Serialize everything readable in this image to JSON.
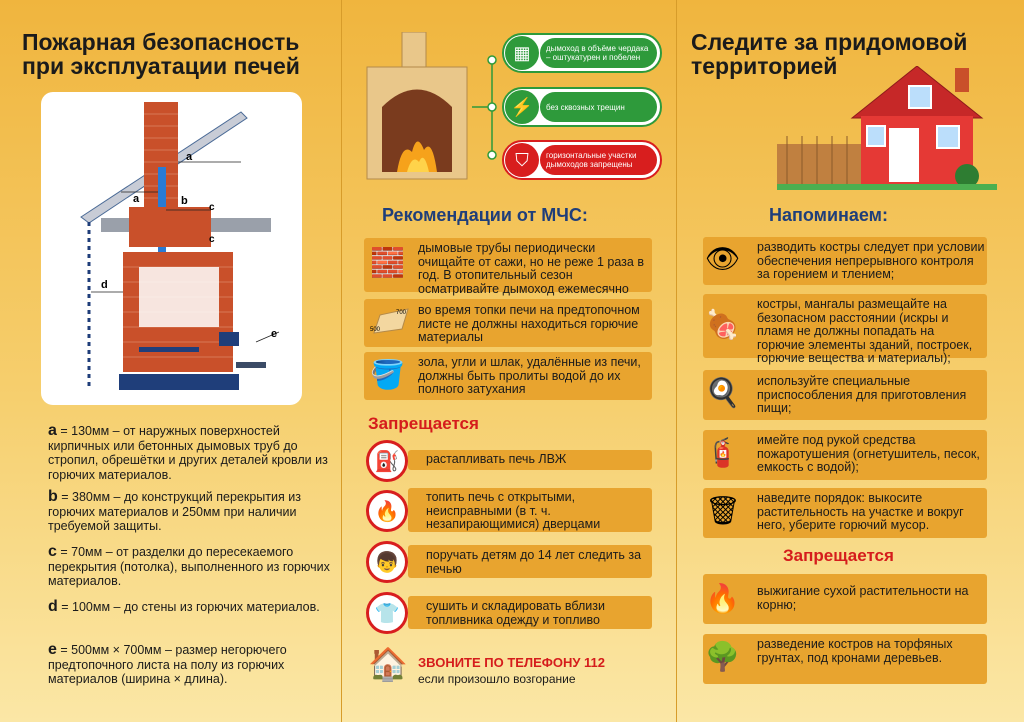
{
  "left": {
    "title_line1": "Пожарная безопасность",
    "title_line2": "при эксплуатации печей",
    "diagram_labels": [
      "a",
      "b",
      "c",
      "c",
      "a",
      "d",
      "e"
    ],
    "defs": [
      {
        "key": "a",
        "text": " = 130мм – от наружных поверхностей кирпичных или бетонных дымовых труб до стропил, обрешётки и других деталей кровли из горючих материалов."
      },
      {
        "key": "b",
        "text": " = 380мм – до конструкций перекрытия из горючих материалов и 250мм при наличии требуемой защиты."
      },
      {
        "key": "c",
        "text": " = 70мм – от разделки до пересекаемого перекрытия (потолка), выполненного из горючих материалов."
      },
      {
        "key": "d",
        "text": " = 100мм – до стены из горючих материалов."
      },
      {
        "key": "e",
        "text": " = 500мм × 700мм – размер негорючего предтопочного листа на полу из горючих материалов (ширина × длина)."
      }
    ]
  },
  "middle": {
    "badges": [
      {
        "icon": "chimney-icon",
        "text": "дымоход в объёме чердака – оштукатурен и побелен"
      },
      {
        "icon": "crack-icon",
        "text": "без сквозных трещин"
      },
      {
        "icon": "shield-icon",
        "text": "горизонтальные участки дымоходов запрещены"
      }
    ],
    "rec_title": "Рекомендации от МЧС:",
    "recs": [
      "дымовые трубы периодически очищайте от сажи, но не реже 1 раза в год. В отопительный сезон осматривайте дымоход ежемесячно",
      "во время топки печи на предтопочном листе не должны находиться горючие материалы",
      "зола, угли и шлак, удалённые из печи, должны быть пролиты водой до их полного затухания"
    ],
    "sheet_w": "700",
    "sheet_h": "500",
    "forbid_title": "Запрещается",
    "forbids": [
      "растапливать печь ЛВЖ",
      "топить печь с открытыми, неисправными (в т. ч. незапирающимися) дверцами",
      "поручать детям до 14 лет следить за печью",
      "сушить и складировать вблизи топливника одежду и топливо"
    ],
    "call": "ЗВОНИТЕ ПО ТЕЛЕФОНУ 112",
    "call_sub": "если произошло возгорание"
  },
  "right": {
    "title_line1": "Следите за придомовой",
    "title_line2": "территорией",
    "remind_title": "Напоминаем:",
    "reminds": [
      "разводить костры следует при условии обеспечения непрерывного контроля за горением и тлением;",
      "костры, мангалы размещайте на безопасном расстоянии (искры и пламя не должны попадать на горючие элементы зданий, построек, горючие вещества и материалы);",
      "используйте специальные приспособления для приготовления пищи;",
      "имейте под рукой средства пожаротушения (огнетушитель, песок, емкость с водой);",
      "наведите порядок: выкосите растительность на участке и вокруг него, уберите горючий мусор."
    ],
    "forbid_title": "Запрещается",
    "forbids": [
      "выжигание сухой растительности на корню;",
      "разведение костров на торфяных грунтах, под кронами деревьев."
    ]
  },
  "colors": {
    "accent": "#1f3e7a",
    "red": "#d51c1c",
    "green": "#2e9a3b",
    "bar": "#e8a42f"
  }
}
